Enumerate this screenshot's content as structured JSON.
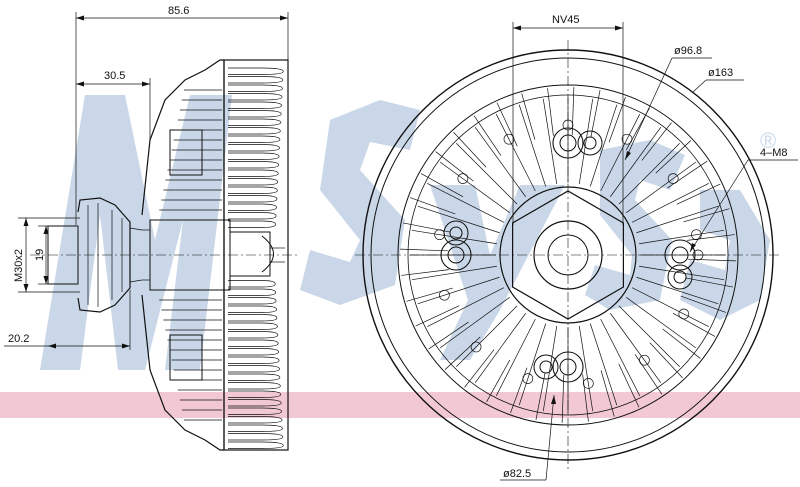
{
  "watermark": {
    "brand": "Nissens",
    "registered": "®",
    "color_blue": "#c9d7e8",
    "color_red": "#f2c9d2"
  },
  "side_view": {
    "dim_overall_length": "85.6",
    "dim_shaft_offset": "30.5",
    "dim_thread": "M30x2",
    "dim_bore": "19",
    "dim_hub_length": "20.2"
  },
  "front_view": {
    "dim_nut": "NV45",
    "dim_inner_circle": "ø96.8",
    "dim_outer_diameter": "ø163",
    "dim_bolts": "4–M8",
    "dim_pitch_circle": "ø82.5"
  }
}
